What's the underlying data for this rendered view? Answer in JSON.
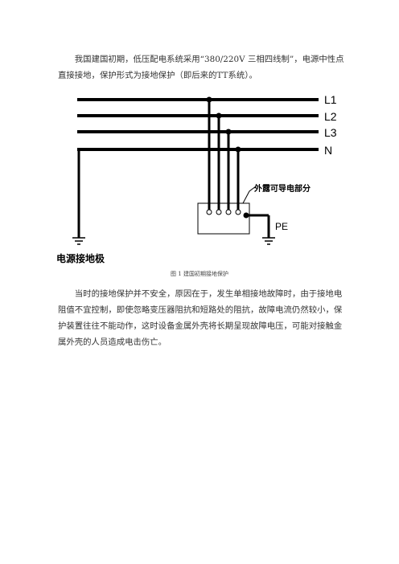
{
  "paragraphs": {
    "intro": "我国建国初期，低压配电系统采用“380/220V 三相四线制”，电源中性点直接接地，保护形式为接地保护（即后来的TT系统）。",
    "body": "当时的接地保护并不安全，原因在于，发生单相接地故障时，由于接地电阻值不宜控制，即使忽略变压器阻抗和短路处的阻抗，故障电流仍然较小，保护装置往往不能动作，这时设备金属外壳将长期呈现故障电压，可能对接触金属外壳的人员造成电击伤亡。"
  },
  "figure": {
    "line_labels": [
      "L1",
      "L2",
      "L3",
      "N"
    ],
    "exposed_part_label": "外露可导电部分",
    "pe_label": "PE",
    "source_ground_label": "电源接地极",
    "caption": "图 1  建国初期接地保护"
  }
}
